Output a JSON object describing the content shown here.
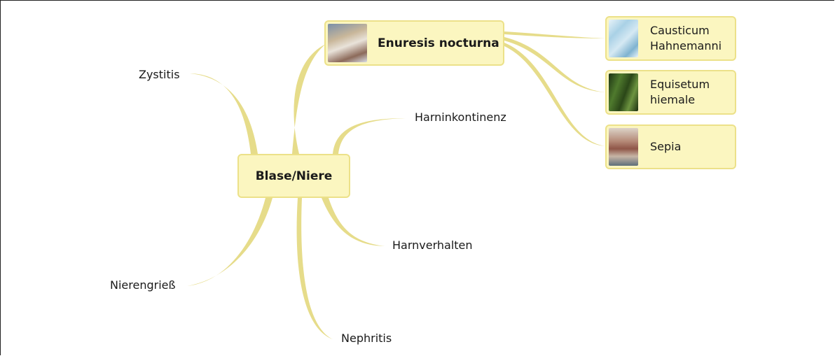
{
  "center": {
    "label": "Blase/Niere"
  },
  "main_node": {
    "label": "Enuresis nocturna",
    "image": "sleeping-child-photo"
  },
  "remedies": [
    {
      "lines": [
        "Causticum",
        "Hahnemanni"
      ],
      "image": "crystal-photo"
    },
    {
      "lines": [
        "Equisetum",
        "hiemale"
      ],
      "image": "horsetail-plant-photo"
    },
    {
      "lines": [
        "Sepia"
      ],
      "image": "sepia-photo"
    }
  ],
  "branches": {
    "zystitis": "Zystitis",
    "harninkontinenz": "Harninkontinenz",
    "harnverhalten": "Harnverhalten",
    "nierengriess": "Nierengrieß",
    "nephritis": "Nephritis"
  },
  "colors": {
    "link": "#e6dc8a",
    "node_fill": "#fbf6c0",
    "node_border": "#ece189"
  }
}
